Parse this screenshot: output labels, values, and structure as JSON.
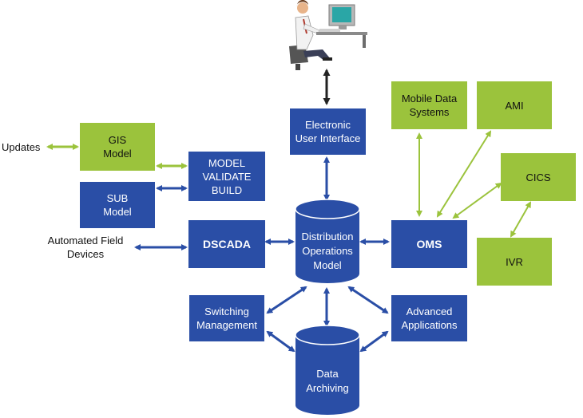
{
  "colors": {
    "blue": "#2a4ea6",
    "green": "#9bc33c",
    "arrow_green": "#9bc33c",
    "arrow_blue": "#2a4ea6",
    "arrow_black": "#222222"
  },
  "icons": {
    "user": "user-at-computer-icon"
  },
  "labels": {
    "updates": "Updates",
    "automated_field_devices": "Automated Field Devices"
  },
  "boxes": {
    "gis_model": "GIS Model",
    "model_validate_build": "MODEL VALIDATE BUILD",
    "sub_model": "SUB Model",
    "dscada": "DSCADA",
    "electronic_ui": "Electronic User Interface",
    "oms": "OMS",
    "mobile_data_systems": "Mobile Data Systems",
    "ami": "AMI",
    "cics": "CICS",
    "ivr": "IVR",
    "switching_management": "Switching Management",
    "advanced_applications": "Advanced Applications"
  },
  "cylinders": {
    "distribution_operations_model": "Distribution Operations Model",
    "data_archiving": "Data Archiving"
  }
}
